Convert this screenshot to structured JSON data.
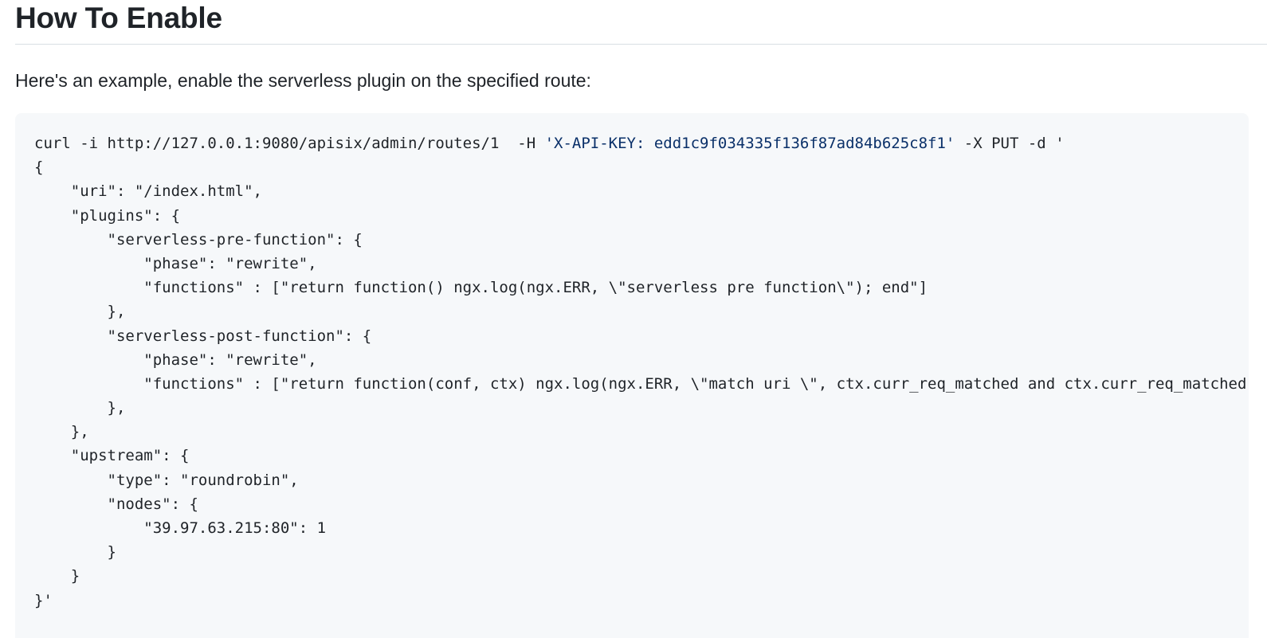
{
  "heading": "How To Enable",
  "intro": "Here's an example, enable the serverless plugin on the specified route:",
  "code": {
    "language": "shell",
    "lines": [
      "curl -i http://127.0.0.1:9080/apisix/admin/routes/1  -H 'X-API-KEY: edd1c9f034335f136f87ad84b625c8f1' -X PUT -d '",
      "{",
      "    \"uri\": \"/index.html\",",
      "    \"plugins\": {",
      "        \"serverless-pre-function\": {",
      "            \"phase\": \"rewrite\",",
      "            \"functions\" : [\"return function() ngx.log(ngx.ERR, \\\"serverless pre function\\\"); end\"]",
      "        },",
      "        \"serverless-post-function\": {",
      "            \"phase\": \"rewrite\",",
      "            \"functions\" : [\"return function(conf, ctx) ngx.log(ngx.ERR, \\\"match uri \\\", ctx.curr_req_matched and ctx.curr_req_matched",
      "        },",
      "    },",
      "    \"upstream\": {",
      "        \"type\": \"roundrobin\",",
      "        \"nodes\": {",
      "            \"39.97.63.215:80\": 1",
      "        }",
      "    }",
      "}'"
    ]
  },
  "colors": {
    "text": "#1f2328",
    "string": "#0a3069",
    "code_background": "#f6f8fa",
    "rule": "#d8dee4"
  }
}
